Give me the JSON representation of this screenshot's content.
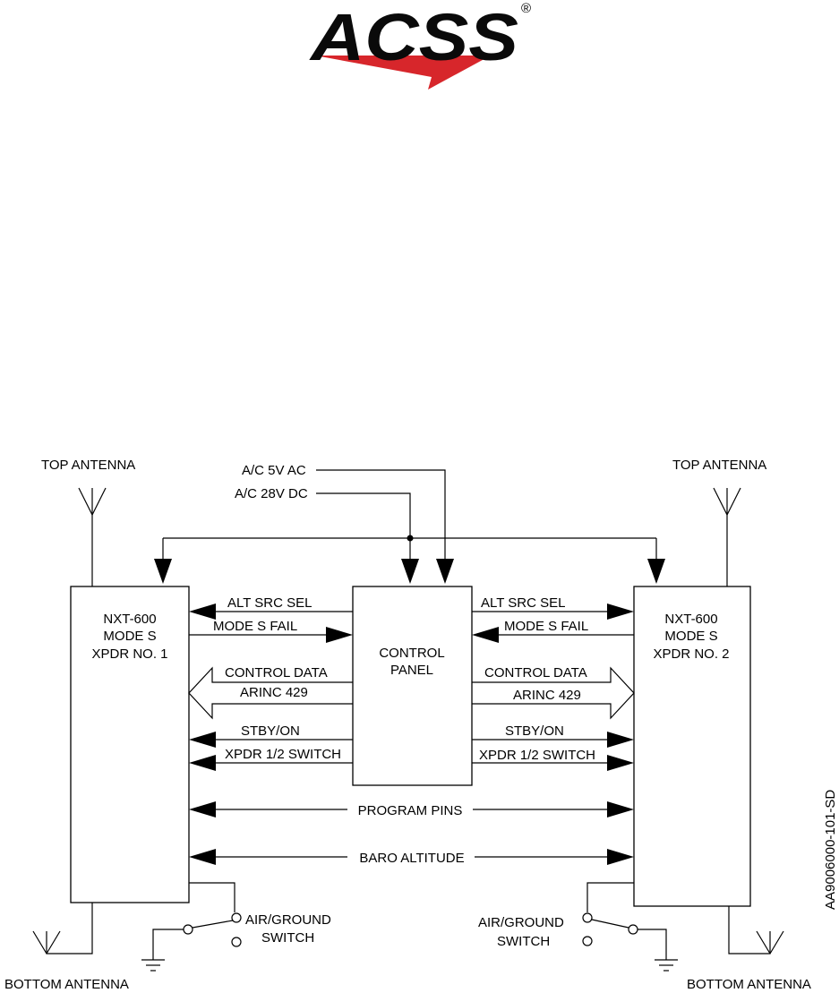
{
  "logo": {
    "text": "ACSS",
    "registered_mark": "®",
    "color_text": "#0a0a0a",
    "color_swoosh": "#d7262b"
  },
  "labels": {
    "top_antenna_left": "TOP ANTENNA",
    "top_antenna_right": "TOP ANTENNA",
    "power_5v": "A/C 5V AC",
    "power_28v": "A/C 28V DC",
    "xpdr1": [
      "NXT-600",
      "MODE S",
      "XPDR NO. 1"
    ],
    "xpdr2": [
      "NXT-600",
      "MODE S",
      "XPDR NO. 2"
    ],
    "control_panel": [
      "CONTROL",
      "PANEL"
    ],
    "left_signals": {
      "alt_src_sel": "ALT SRC SEL",
      "mode_s_fail": "MODE S FAIL",
      "control_data": "CONTROL DATA",
      "arinc": "ARINC 429",
      "stby_on": "STBY/ON",
      "xpdr_switch": "XPDR 1/2 SWITCH"
    },
    "right_signals": {
      "alt_src_sel": "ALT SRC SEL",
      "mode_s_fail": "MODE S FAIL",
      "control_data": "CONTROL DATA",
      "arinc": "ARINC 429",
      "stby_on": "STBY/ON",
      "xpdr_switch": "XPDR 1/2 SWITCH"
    },
    "program_pins": "PROGRAM PINS",
    "baro_altitude": "BARO ALTITUDE",
    "air_ground_left": [
      "AIR/GROUND",
      "SWITCH"
    ],
    "air_ground_right": [
      "AIR/GROUND",
      "SWITCH"
    ],
    "bottom_antenna_left": "BOTTOM ANTENNA",
    "bottom_antenna_right": "BOTTOM ANTENNA",
    "drawing_id": "AA9006000-101-SD"
  }
}
